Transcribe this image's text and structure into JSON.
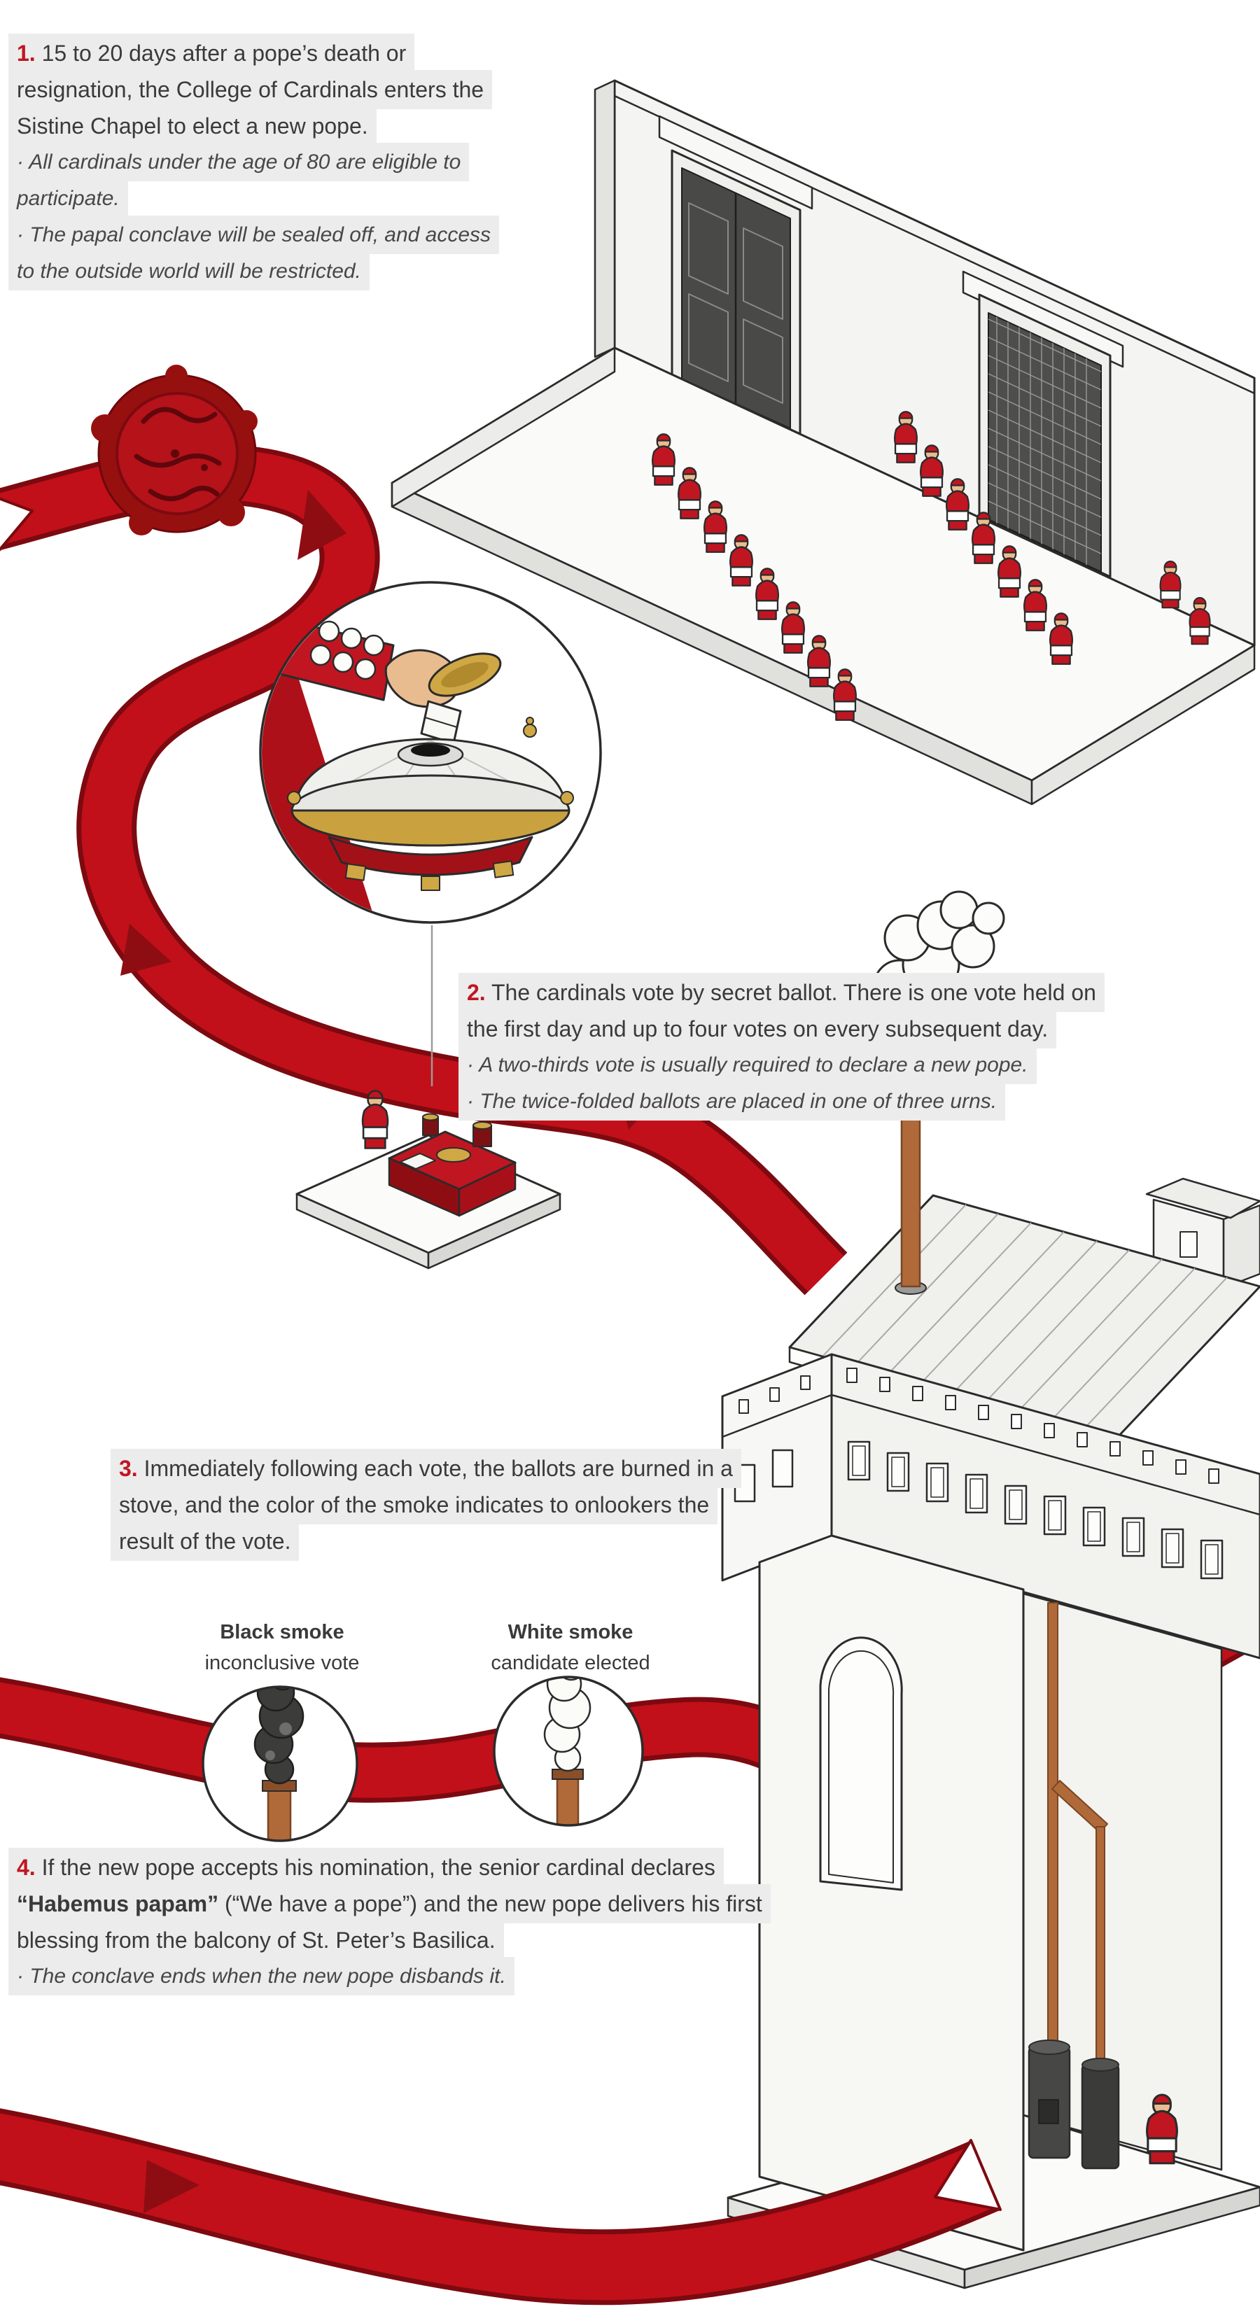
{
  "colors": {
    "accent_red": "#c01622",
    "dark_red": "#8e0d13",
    "ribbon_red": "#c11019",
    "panel_bg": "#ececec",
    "text": "#3a3a3a",
    "outline": "#2b2b2b",
    "copper": "#b06a3a",
    "gold": "#cfa845"
  },
  "steps": [
    {
      "number": "1.",
      "text": "15 to 20 days after a pope’s death or resignation, the College of Cardinals enters the Sistine Chapel to elect a new pope.",
      "notes": [
        "· All cardinals under the age of 80 are eligible to participate.",
        "· The papal conclave will be sealed off, and access to the outside world will be restricted."
      ]
    },
    {
      "number": "2.",
      "text": "The cardinals vote by secret ballot. There is one vote held on the first day and up to four votes on every subsequent day.",
      "notes": [
        "· A two-thirds vote is usually required to declare a new pope.",
        "· The twice-folded ballots are placed in one of three urns."
      ]
    },
    {
      "number": "3.",
      "text": "Immediately following each vote, the ballots are burned in a stove, and the color of the smoke indicates to onlookers the result of the vote.",
      "notes": []
    },
    {
      "number": "4.",
      "text_parts": [
        "If the new pope accepts his nomination, the senior cardinal declares ",
        "“Habemus papam”",
        " (“We have a pope”) and the new pope delivers his first blessing from the balcony of St. Peter’s Basilica."
      ],
      "notes": [
        "· The conclave ends when the new pope disbands it."
      ]
    }
  ],
  "smoke_legend": [
    {
      "title": "Black smoke",
      "subtitle": "inconclusive vote"
    },
    {
      "title": "White smoke",
      "subtitle": "candidate elected"
    }
  ]
}
